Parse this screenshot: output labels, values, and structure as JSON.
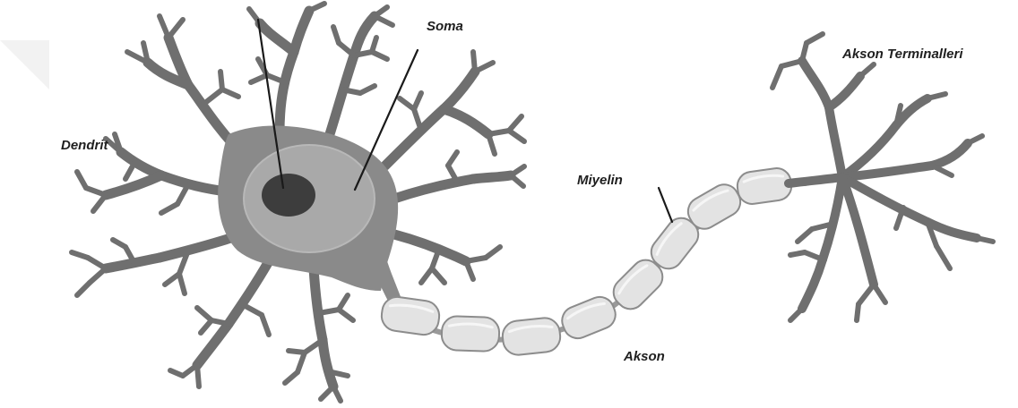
{
  "diagram": {
    "labels": {
      "dendrit": "Dendrit",
      "soma": "Soma",
      "miyelin": "Miyelin",
      "akson": "Akson",
      "akson_terminalleri": "Akson Terminalleri"
    },
    "colors": {
      "cell_body": "#8a8a8a",
      "soma_halo": "#a9a9a9",
      "nucleus": "#3d3d3d",
      "myelin_fill": "#e3e3e3",
      "outline": "#6f6f6f"
    }
  }
}
